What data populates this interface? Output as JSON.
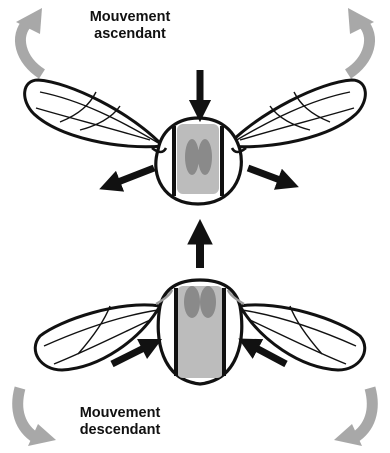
{
  "labels": {
    "upstroke_line1": "Mouvement",
    "upstroke_line2": "ascendant",
    "downstroke_line1": "Mouvement",
    "downstroke_line2": "descendant"
  },
  "colors": {
    "outline": "#111111",
    "curved_arrow": "#a8a8a8",
    "muscle_light": "#bcbcbc",
    "muscle_dark": "#8a8a8a",
    "background": "#ffffff"
  }
}
